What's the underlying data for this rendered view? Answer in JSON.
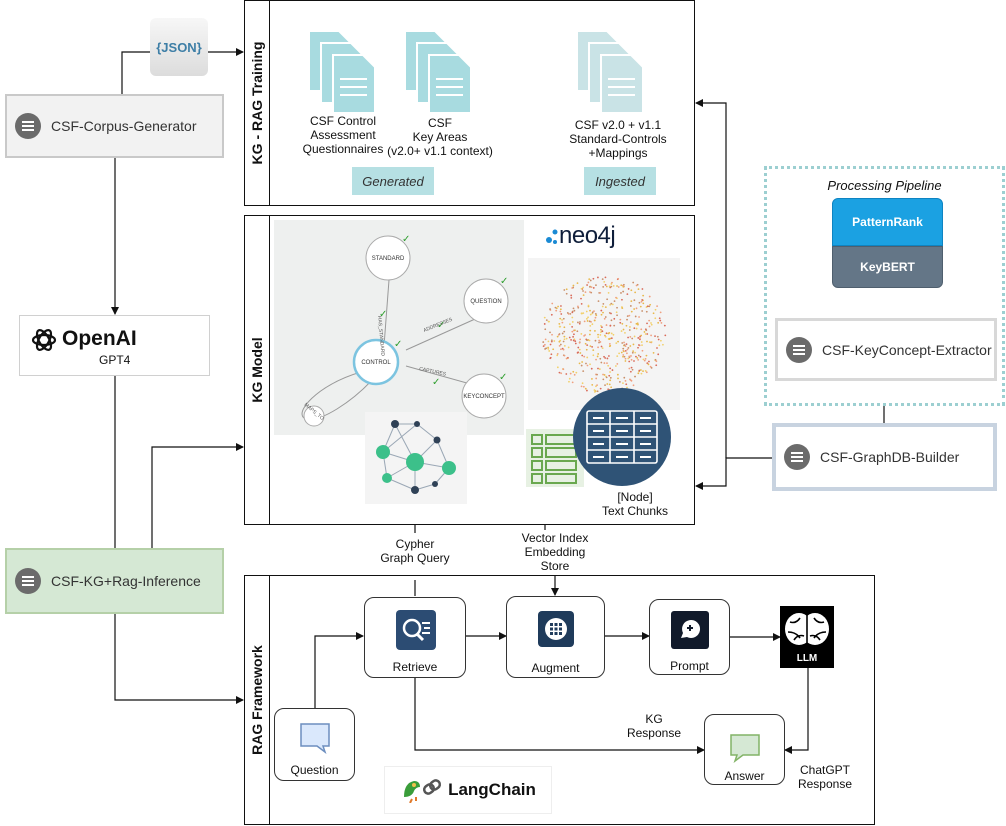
{
  "json_badge": "{JSON}",
  "services": {
    "corpus_generator": "CSF-Corpus-Generator",
    "kg_rag_inference": "CSF-KG+Rag-Inference",
    "keyconcept_extractor": "CSF-KeyConcept-Extractor",
    "graphdb_builder": "CSF-GraphDB-Builder"
  },
  "openai": {
    "brand": "OpenAI",
    "model": "GPT4"
  },
  "training": {
    "title": "KG - RAG Training",
    "doc1": [
      "CSF Control",
      "Assessment",
      "Questionnaires"
    ],
    "doc2": [
      "CSF",
      "Key Areas",
      "(v2.0+ v1.1 context)"
    ],
    "doc3": [
      "CSF v2.0 + v1.1",
      "Standard-Controls",
      "+Mappings"
    ],
    "tag_generated": "Generated",
    "tag_ingested": "Ingested"
  },
  "kg_model": {
    "title": "KG Model",
    "neo4j": "neo4j",
    "graph_nodes": [
      "STANDARD",
      "QUESTION",
      "CONTROL",
      "KEYCONCEPT"
    ],
    "graph_edges": [
      "HAS_STANDARD",
      "ADDRESSES",
      "CAPTURES",
      "MAPS_TO"
    ],
    "chunks_label": [
      "[Node]",
      "Text Chunks"
    ]
  },
  "pipeline": {
    "title": "Processing Pipeline",
    "step1": "PatternRank",
    "step2": "KeyBERT"
  },
  "edge_labels": {
    "cypher": [
      "Cypher",
      "Graph Query"
    ],
    "vector": [
      "Vector Index",
      "Embedding",
      "Store"
    ],
    "kg_response": [
      "KG",
      "Response"
    ],
    "chatgpt_response": [
      "ChatGPT",
      "Response"
    ]
  },
  "rag": {
    "title": "RAG Framework",
    "question": "Question",
    "retrieve": "Retrieve",
    "augment": "Augment",
    "prompt": "Prompt",
    "llm": "LLM",
    "answer": "Answer",
    "langchain": "LangChain"
  },
  "colors": {
    "pattern_rank": "#1ba1e2",
    "keybert": "#647687",
    "green_fill": "#d5e8d4",
    "doc_teal": "#a8dbe0",
    "tag_teal": "#b6e0e3"
  }
}
